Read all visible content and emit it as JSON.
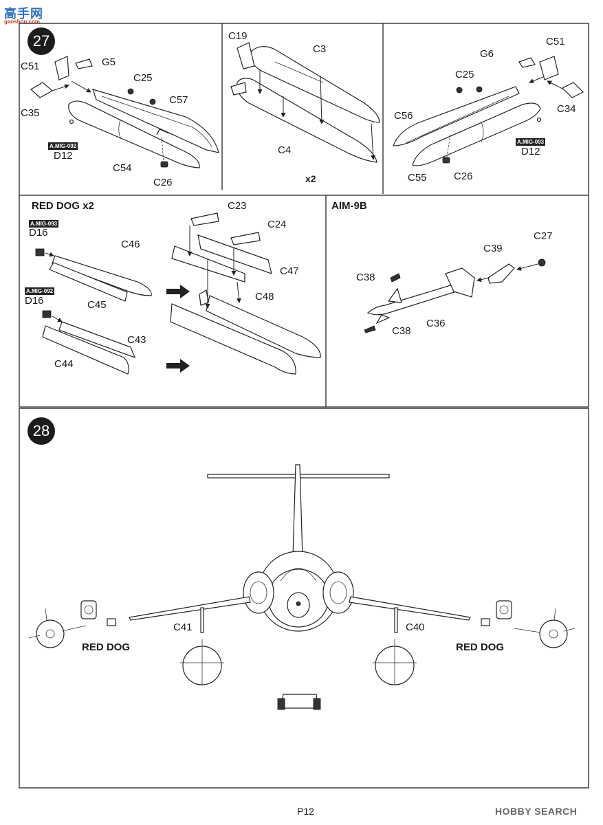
{
  "watermark": {
    "site_name": "高手网",
    "site_url": "gaoshou.com"
  },
  "step27": {
    "number": "27",
    "left_panel": {
      "labels": [
        "C51",
        "G5",
        "C25",
        "C57",
        "C35",
        "D12",
        "C54",
        "C26"
      ],
      "tag": "A.MIG-092"
    },
    "middle_panel": {
      "labels": [
        "C19",
        "C3",
        "C4"
      ],
      "multiplier": "x2"
    },
    "right_panel": {
      "labels": [
        "G6",
        "C51",
        "C25",
        "C56",
        "C34",
        "D12",
        "C55",
        "C26"
      ],
      "tag": "A.MIG-093"
    }
  },
  "red_dog": {
    "title": "RED DOG x2",
    "tag_top": "A.MIG-093",
    "tag_bottom": "A.MIG-092",
    "labels": {
      "d16_top": "D16",
      "c46": "C46",
      "c45": "C45",
      "d16_bottom": "D16",
      "c43": "C43",
      "c44": "C44",
      "c23": "C23",
      "c24": "C24",
      "c47": "C47",
      "c48": "C48"
    }
  },
  "aim9b": {
    "title": "AIM-9B",
    "labels": {
      "c27": "C27",
      "c39": "C39",
      "c38_top": "C38",
      "c36": "C36",
      "c38_bottom": "C38"
    }
  },
  "step28": {
    "number": "28",
    "labels": {
      "c41": "C41",
      "c40": "C40",
      "red_dog_left": "RED DOG",
      "red_dog_right": "RED DOG"
    }
  },
  "footer": {
    "page": "P12",
    "brand": "HOBBY SEARCH"
  }
}
